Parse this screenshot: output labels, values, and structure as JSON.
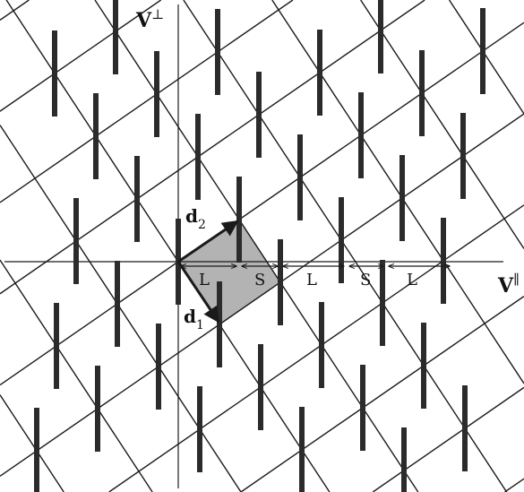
{
  "axes": {
    "vertical_label": "V",
    "vertical_sup": "⊥",
    "horizontal_label": "V",
    "horizontal_sup": "∥"
  },
  "vectors": {
    "d1_base": "d",
    "d1_sub": "1",
    "d2_base": "d",
    "d2_sub": "2"
  },
  "segments": [
    "L",
    "S",
    "L",
    "S",
    "L"
  ],
  "colors": {
    "line": "#1a1a1a",
    "cell_fill": "#b3b3b3",
    "bar": "#2b2b2b"
  }
}
